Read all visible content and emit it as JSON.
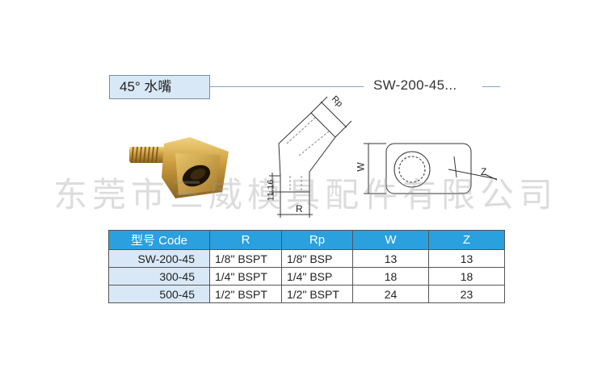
{
  "header": {
    "title": "45°  水嘴",
    "model": "SW-200-45..."
  },
  "drawing_labels": {
    "rp": "Rp",
    "length": "11.16",
    "r": "R",
    "w": "W",
    "z": "Z"
  },
  "watermark": "东莞市三威模具配件有限公司",
  "table": {
    "headers": [
      "型号 Code",
      "R",
      "Rp",
      "W",
      "Z"
    ],
    "rows": [
      [
        "SW-200-45",
        "1/8\" BSPT",
        "1/8\" BSP",
        "13",
        "13"
      ],
      [
        "300-45",
        "1/4\" BSPT",
        "1/4\" BSP",
        "18",
        "18"
      ],
      [
        "500-45",
        "1/2\" BSPT",
        "1/2\" BSPT",
        "24",
        "23"
      ]
    ]
  }
}
